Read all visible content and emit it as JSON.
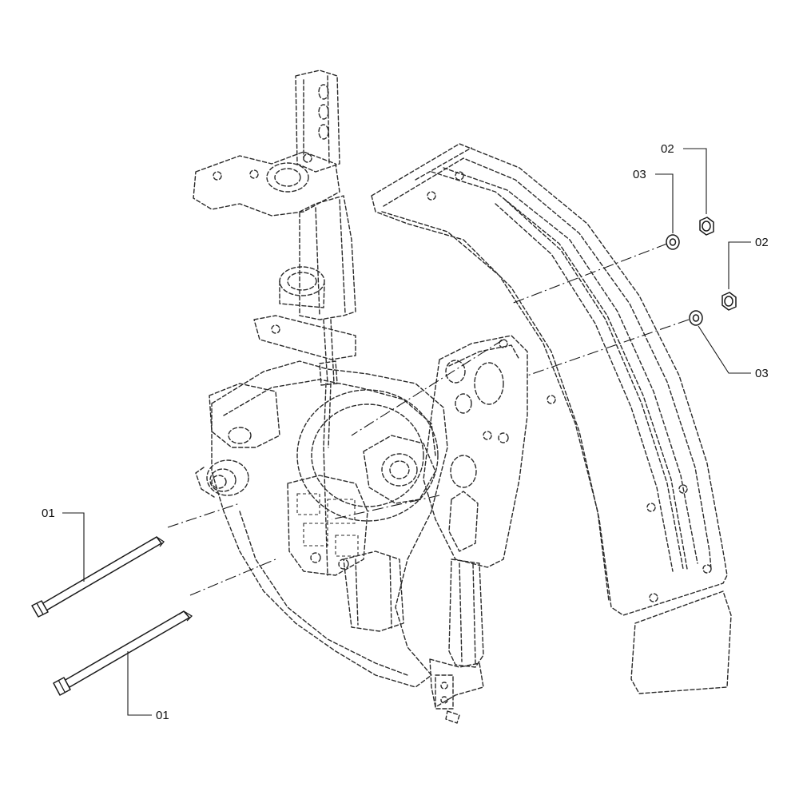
{
  "callouts": [
    {
      "id": "bolt-upper",
      "label": "01"
    },
    {
      "id": "bolt-lower",
      "label": "01"
    },
    {
      "id": "nut-upper",
      "label": "02"
    },
    {
      "id": "nut-lower",
      "label": "02"
    },
    {
      "id": "washer-upper",
      "label": "03"
    },
    {
      "id": "washer-lower",
      "label": "03"
    }
  ],
  "colors": {
    "line": "#1a1a1a",
    "background": "#ffffff"
  }
}
